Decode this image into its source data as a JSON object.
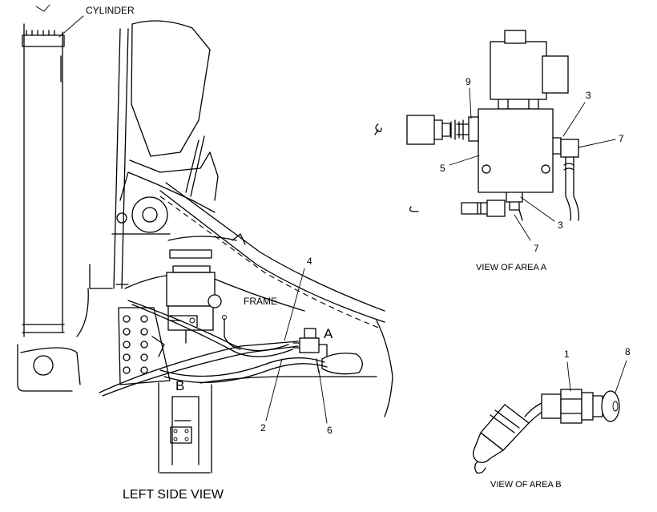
{
  "labels": {
    "cylinder": "CYLINDER",
    "frame": "FRAME",
    "area_a": "A",
    "area_b": "B",
    "left_side_view": "LEFT SIDE VIEW",
    "view_area_a": "VIEW OF AREA  A",
    "view_area_b": "VIEW OF AREA B"
  },
  "callouts": {
    "main_4": "4",
    "main_2": "2",
    "main_6": "6",
    "a_9": "9",
    "a_3_top": "3",
    "a_7_right": "7",
    "a_5": "5",
    "a_3_bottom": "3",
    "a_7_bottom": "7",
    "b_1": "1",
    "b_8": "8"
  }
}
